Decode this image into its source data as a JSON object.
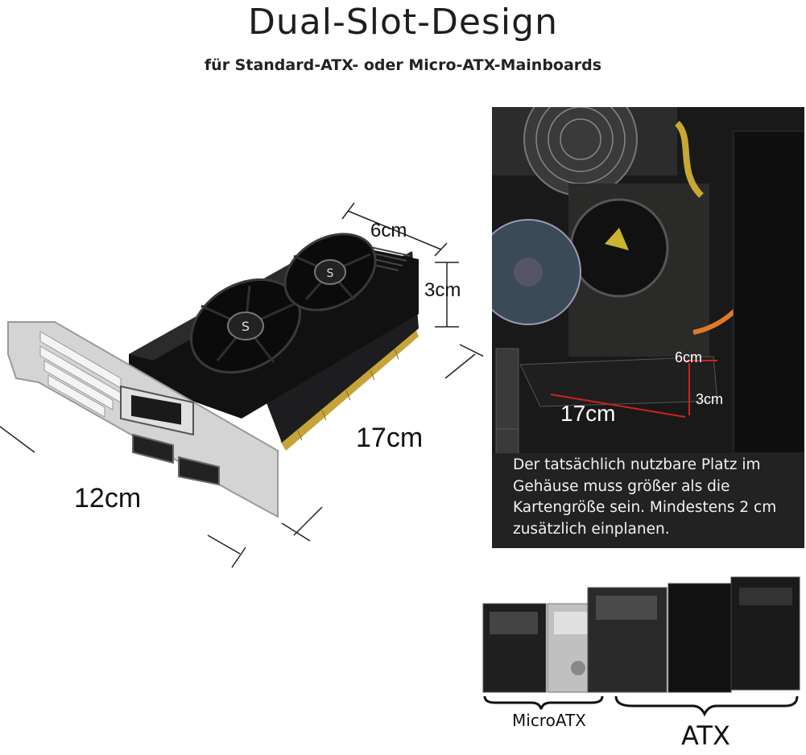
{
  "header": {
    "title": "Dual-Slot-Design",
    "subtitle": "für Standard-ATX- oder Micro-ATX-Mainboards"
  },
  "card_dimensions": {
    "width": "6cm",
    "height": "3cm",
    "length": "17cm",
    "bracket": "12cm"
  },
  "case_photo": {
    "width": "6cm",
    "height": "3cm",
    "length": "17cm",
    "caption": "Der tatsächlich nutzbare Platz im Gehäuse muss größer als die Kartengröße sein. Mindestens 2 cm zusätzlich einplanen."
  },
  "case_comparison": {
    "micro_label": "MicroATX",
    "atx_label": "ATX"
  }
}
